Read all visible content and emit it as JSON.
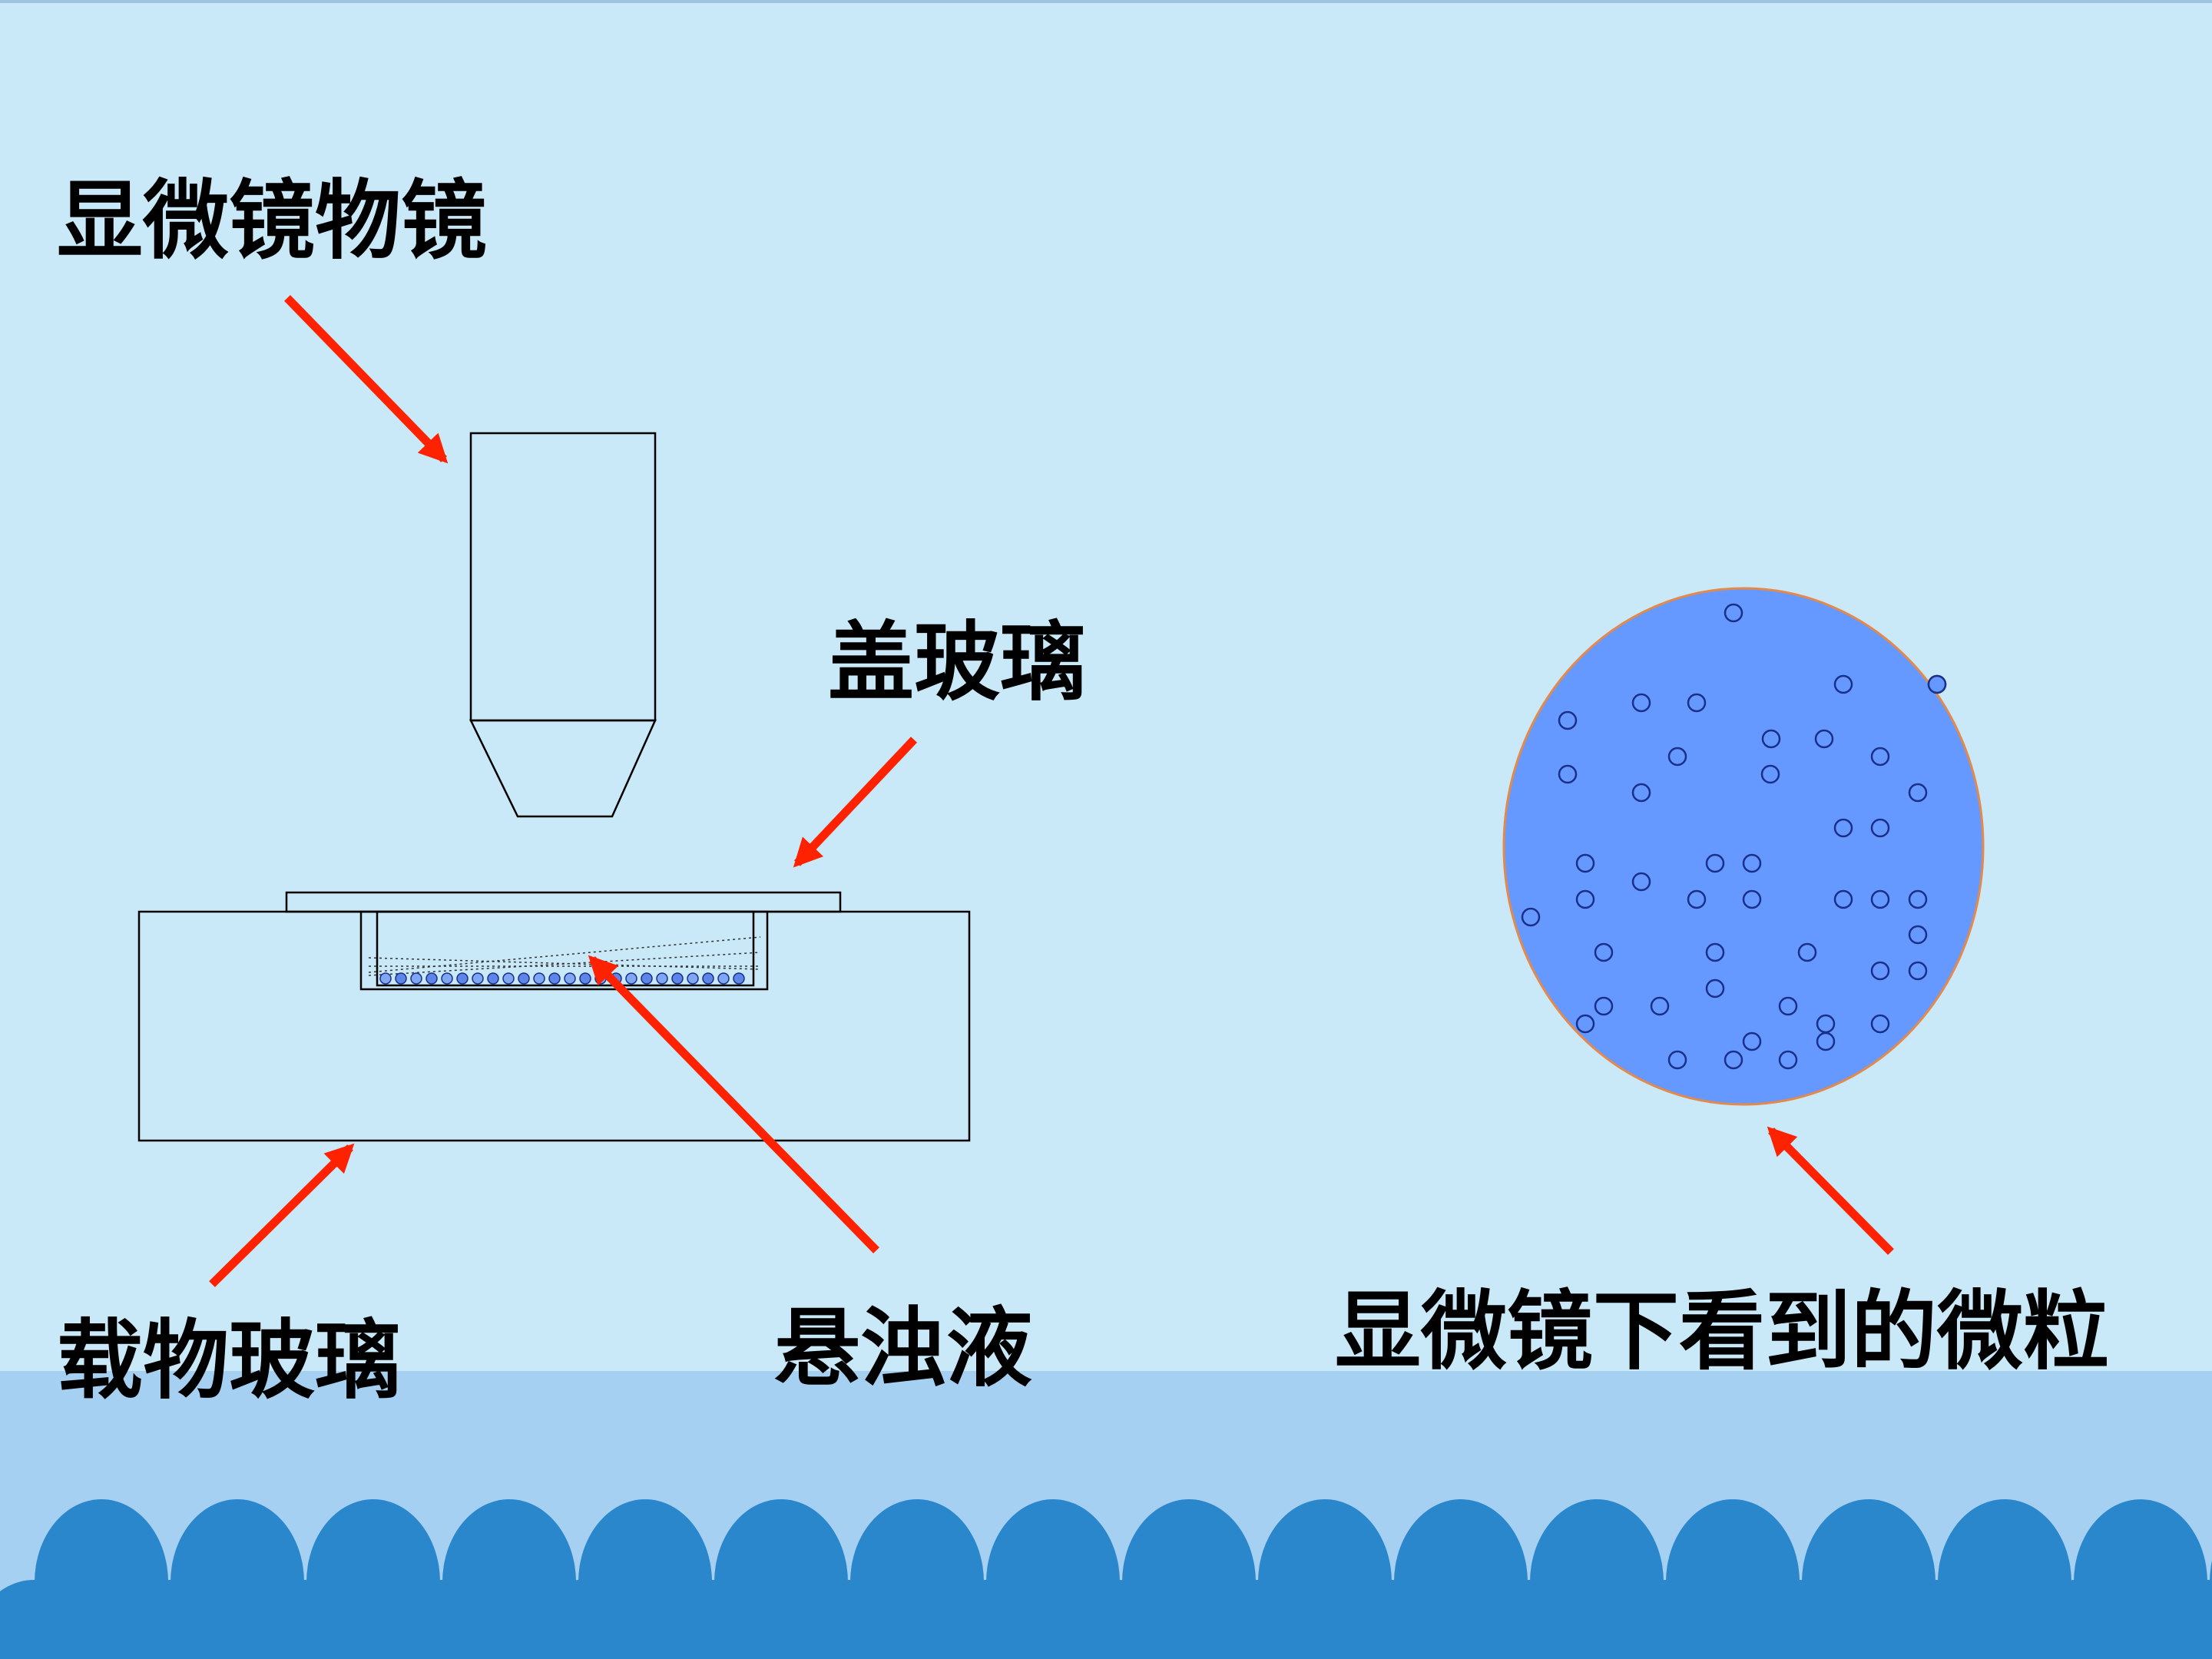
{
  "labels": {
    "objective": "显微镜物镜",
    "cover_glass": "盖玻璃",
    "slide_glass": "载物玻璃",
    "suspension": "悬浊液",
    "particles_view": "显微镜下看到的微粒"
  },
  "colors": {
    "background": "#c9e8f8",
    "ground_band": "#a6d0f1",
    "wave_scales": "#2b87cc",
    "arrow": "#ff2200",
    "view_disc": "#6699ff",
    "view_disc_border": "#e38a4a",
    "particle": "#1a2f8a"
  },
  "icons": {
    "objective": "microscope-objective-icon",
    "arrow": "red-arrow-icon",
    "particle": "particle-circle-icon"
  }
}
